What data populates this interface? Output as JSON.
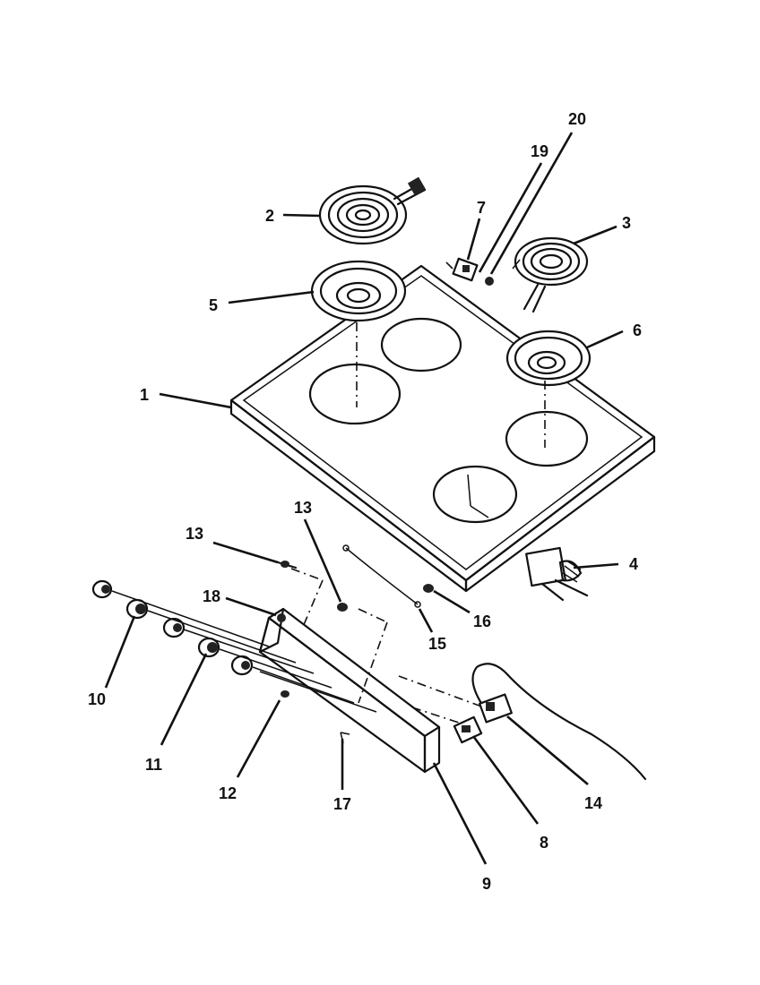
{
  "callouts": [
    {
      "id": "1",
      "text": "1"
    },
    {
      "id": "2",
      "text": "2"
    },
    {
      "id": "3",
      "text": "3"
    },
    {
      "id": "4",
      "text": "4"
    },
    {
      "id": "5",
      "text": "5"
    },
    {
      "id": "6",
      "text": "6"
    },
    {
      "id": "7",
      "text": "7"
    },
    {
      "id": "8",
      "text": "8"
    },
    {
      "id": "9",
      "text": "9"
    },
    {
      "id": "10",
      "text": "10"
    },
    {
      "id": "11",
      "text": "11"
    },
    {
      "id": "12",
      "text": "12"
    },
    {
      "id": "13a",
      "text": "13"
    },
    {
      "id": "13b",
      "text": "13"
    },
    {
      "id": "14",
      "text": "14"
    },
    {
      "id": "15",
      "text": "15"
    },
    {
      "id": "16",
      "text": "16"
    },
    {
      "id": "17",
      "text": "17"
    },
    {
      "id": "18",
      "text": "18"
    },
    {
      "id": "19",
      "text": "19"
    },
    {
      "id": "20",
      "text": "20"
    }
  ]
}
